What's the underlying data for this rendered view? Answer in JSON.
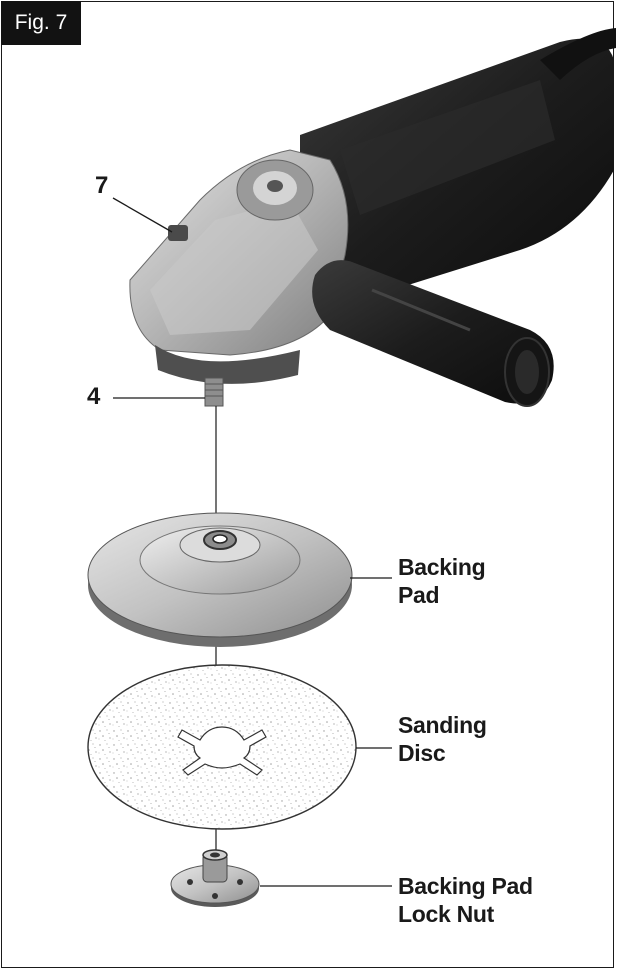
{
  "figure": {
    "tag": "Fig. 7"
  },
  "callouts": {
    "spindle_lock_button": "7",
    "spindle": "4"
  },
  "labels": {
    "backing_pad": {
      "line1": "Backing",
      "line2": "Pad"
    },
    "sanding_disc": {
      "line1": "Sanding",
      "line2": "Disc"
    },
    "lock_nut": {
      "line1": "Backing Pad",
      "line2": "Lock Nut"
    }
  },
  "colors": {
    "ink": "#1a1a1a",
    "tool_body": "#1c1c1c",
    "gear_head": "#b9b9b9",
    "pad": "#c4c4c4"
  },
  "icons": {
    "tool": "angle-grinder-illustration",
    "pad": "backing-pad-illustration",
    "disc": "sanding-disc-illustration",
    "nut": "lock-nut-illustration"
  }
}
